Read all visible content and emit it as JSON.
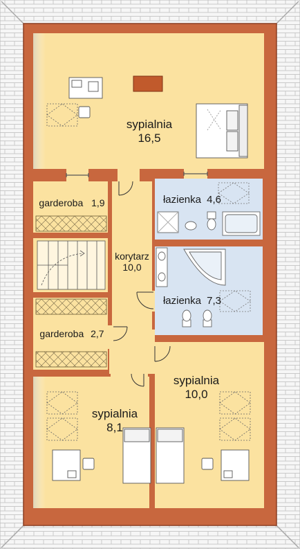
{
  "plan": {
    "rooms": {
      "bedroom_top": {
        "name": "sypialnia",
        "area": "16,5"
      },
      "wardrobe_1": {
        "name": "garderoba",
        "area": "1,9"
      },
      "bathroom_1": {
        "name": "łazienka",
        "area": "4,6"
      },
      "corridor": {
        "name": "korytarz",
        "area": "10,0"
      },
      "bathroom_2": {
        "name": "łazienka",
        "area": "7,3"
      },
      "wardrobe_2": {
        "name": "garderoba",
        "area": "2,7"
      },
      "bedroom_right": {
        "name": "sypialnia",
        "area": "10,0"
      },
      "bedroom_left": {
        "name": "sypialnia",
        "area": "8,1"
      }
    }
  },
  "colors": {
    "roof": "#f5f5f5",
    "roof_line": "#c8c8c8",
    "wall": "#c8673e",
    "wall_edge": "#8a3f22",
    "floor": "#fbe2a0",
    "bathroom_floor": "#d8e4f2",
    "fixture": "#ffffff",
    "fixture_line": "#666666",
    "chimney": "#c15a2c"
  },
  "icons": [
    "roof-tiles-pattern",
    "door-swing-icon",
    "window-icon",
    "bed-icon",
    "desk-icon",
    "chair-icon",
    "skylight-icon",
    "stairs-icon",
    "toilet-icon",
    "bathtub-icon",
    "shower-icon",
    "sink-icon",
    "chimney-icon"
  ]
}
